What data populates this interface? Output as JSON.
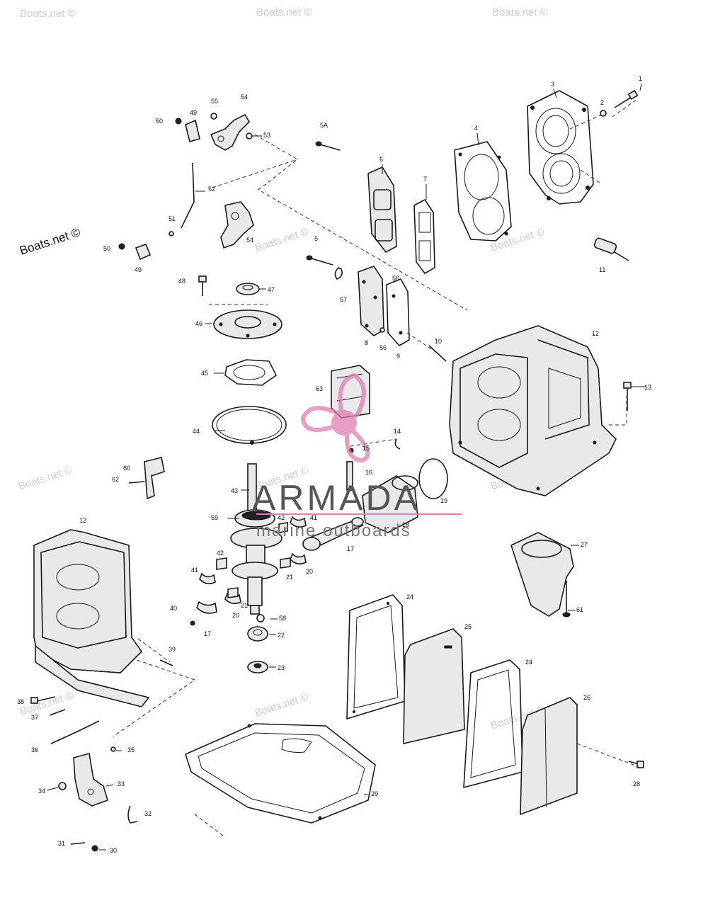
{
  "watermarks": {
    "boats_net": "Boats.net ©",
    "faint": "Boats.net ©",
    "brand_name": "ARMADA",
    "brand_sub": "marine outboards",
    "brand_color": "#e27bb1"
  },
  "callouts": {
    "c1": "1",
    "c2": "2",
    "c3": "3",
    "c4": "4",
    "c5": "5",
    "c6": "6",
    "c7": "7",
    "c8": "8",
    "c9": "9",
    "c10": "10",
    "c11": "11",
    "c12a": "12",
    "c12b": "12",
    "c13": "13",
    "c14": "14",
    "c15": "15",
    "c16": "16",
    "c17a": "17",
    "c17b": "17",
    "c18": "18",
    "c19": "19",
    "c20a": "20",
    "c20b": "20",
    "c21a": "21",
    "c21b": "21",
    "c22": "22",
    "c23": "23",
    "c24a": "24",
    "c24b": "24",
    "c25": "25",
    "c26": "26",
    "c27": "27",
    "c28": "28",
    "c29": "29",
    "c30": "30",
    "c31": "31",
    "c32": "32",
    "c33": "33",
    "c34": "34",
    "c35": "35",
    "c36": "36",
    "c37": "37",
    "c38": "38",
    "c39": "39",
    "c40": "40",
    "c41a": "41",
    "c41b": "41",
    "c42a": "42",
    "c42b": "42",
    "c43": "43",
    "c44": "44",
    "c45": "45",
    "c46": "46",
    "c47": "47",
    "c48": "48",
    "c49a": "49",
    "c49b": "49",
    "c50a": "50",
    "c50b": "50",
    "c51": "51",
    "c52": "52",
    "c53": "53",
    "c54a": "54",
    "c54b": "54",
    "c55": "55",
    "c56a": "56",
    "c56b": "56",
    "c57": "57",
    "c58": "58",
    "c59": "59",
    "c60": "60",
    "c61": "61",
    "c62": "62",
    "c63": "63",
    "c5a": "5A"
  }
}
